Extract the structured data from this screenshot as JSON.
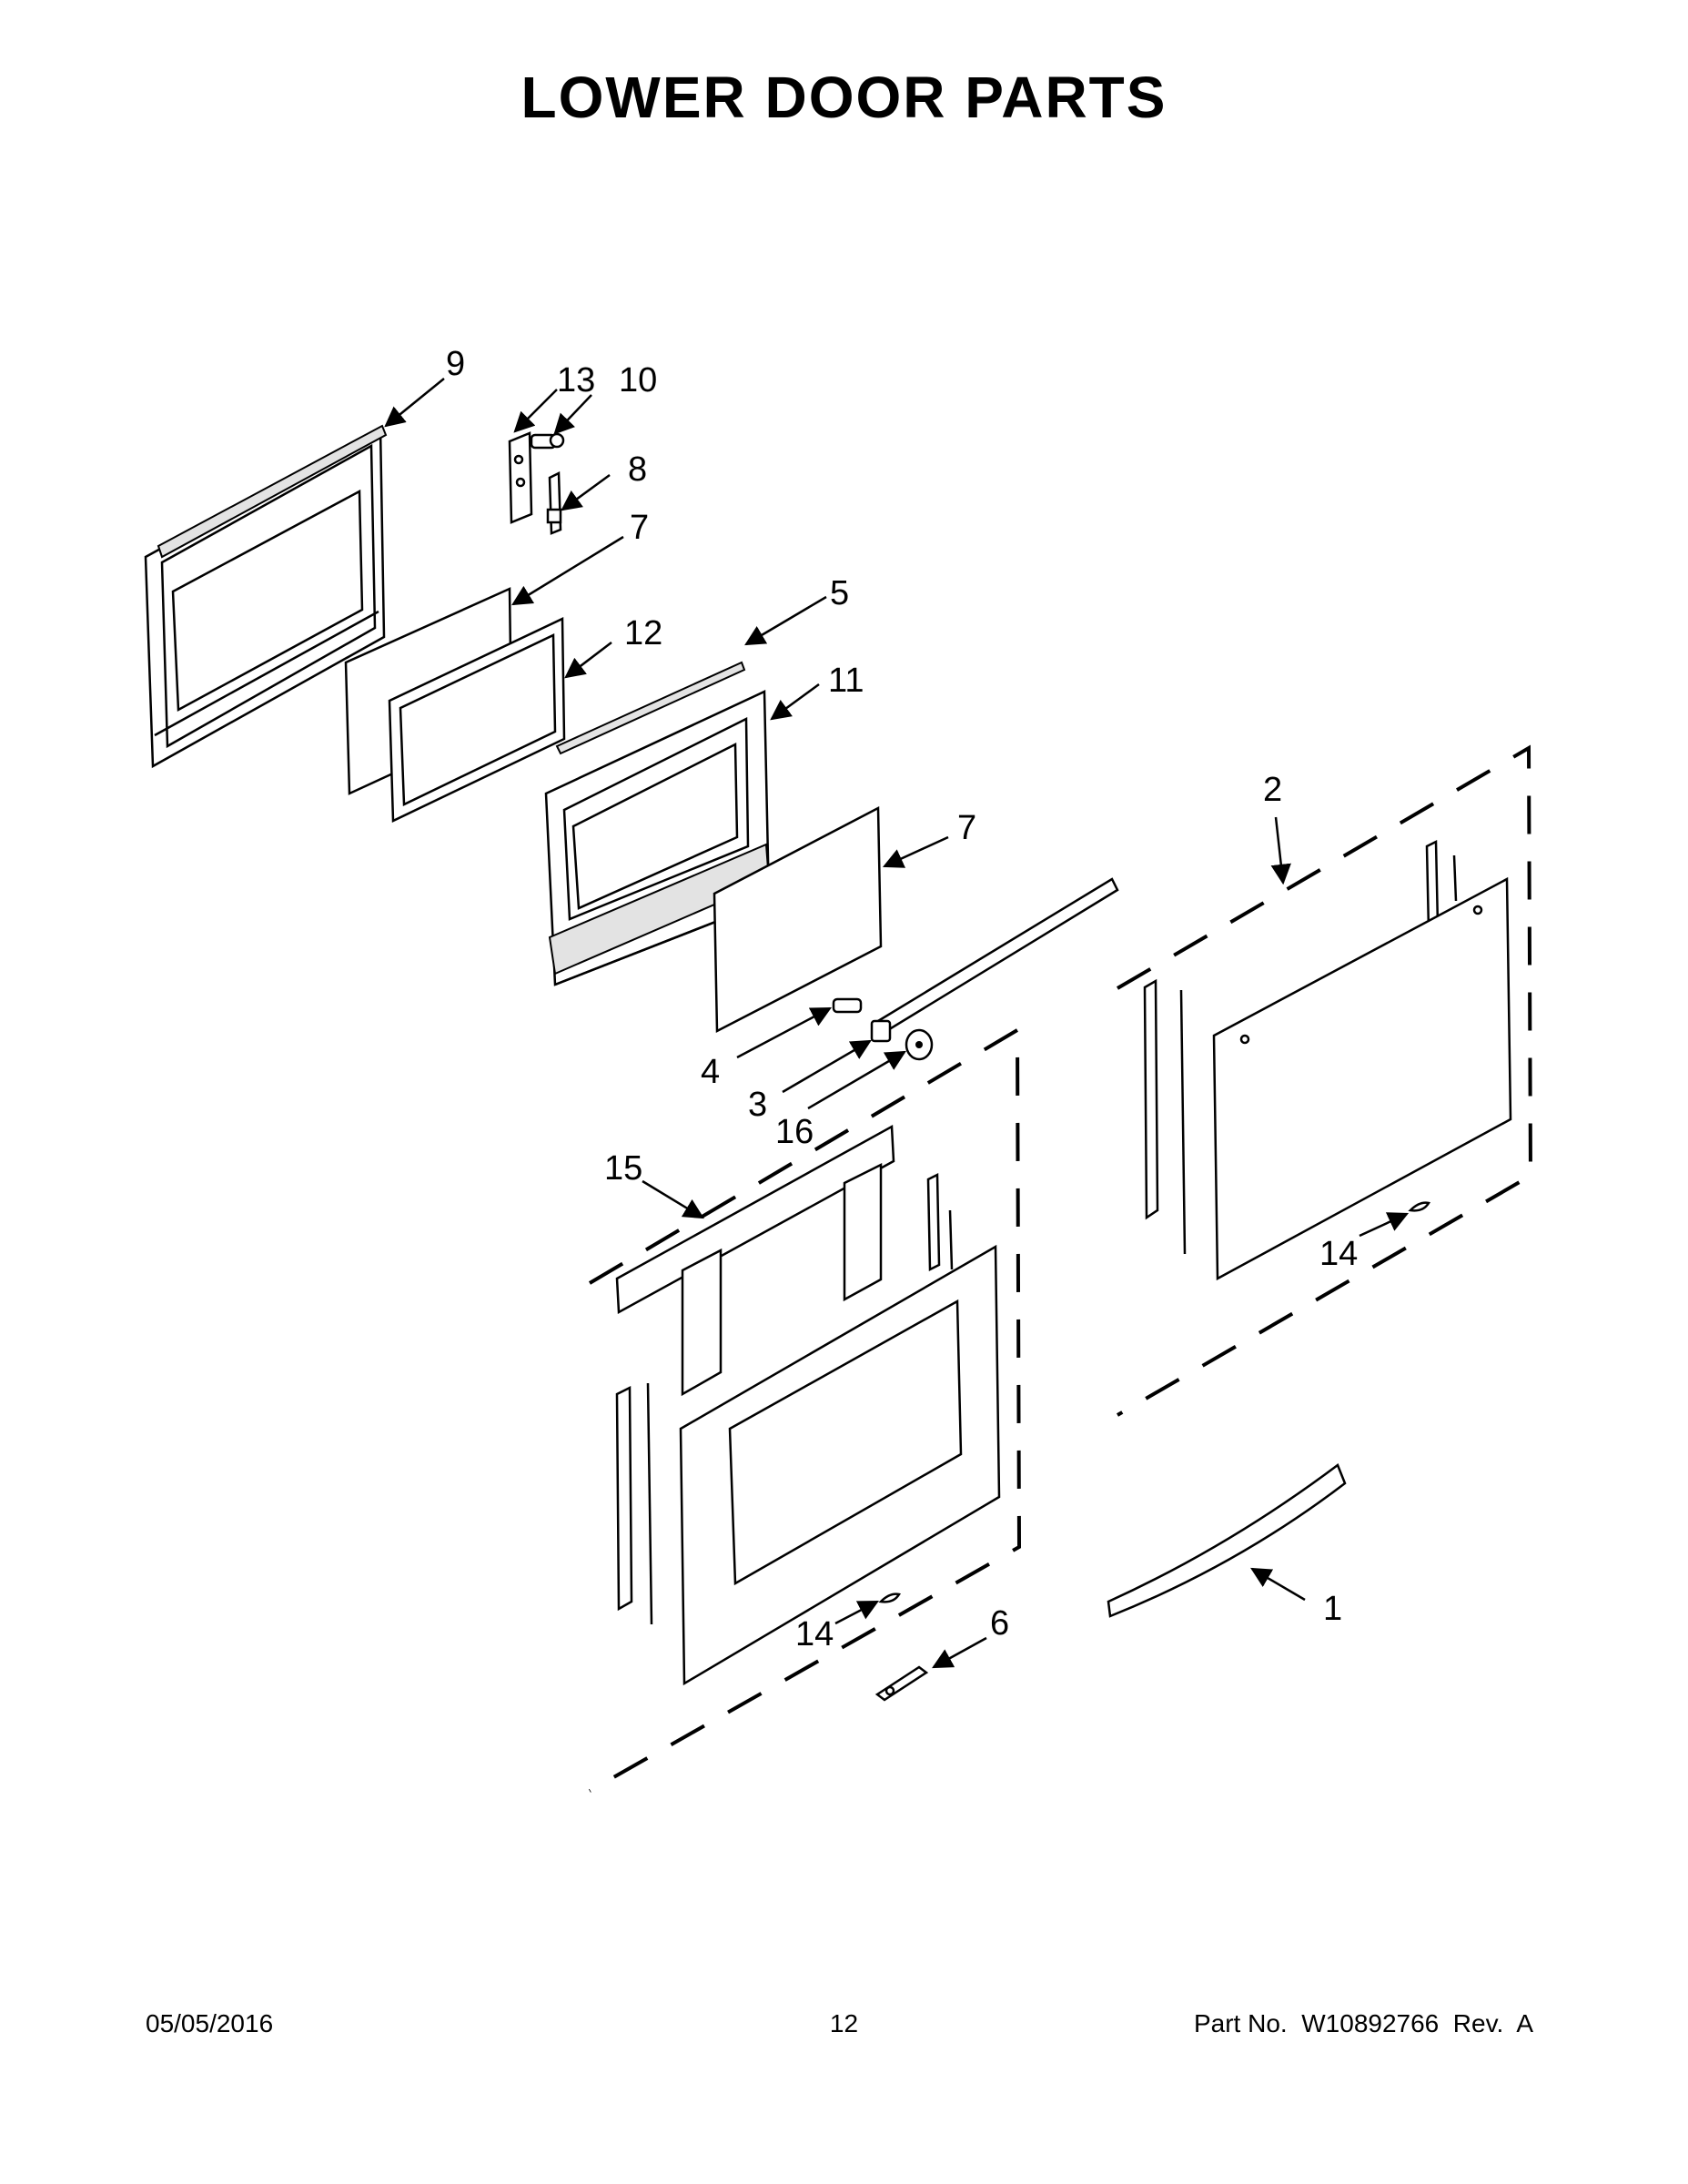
{
  "title": "LOWER DOOR PARTS",
  "footer": {
    "date": "05/05/2016",
    "page": "12",
    "part_no": "Part No.  W10892766  Rev.  A"
  },
  "callouts": [
    {
      "id": "9",
      "text": "9"
    },
    {
      "id": "13",
      "text": "13"
    },
    {
      "id": "10",
      "text": "10"
    },
    {
      "id": "8",
      "text": "8"
    },
    {
      "id": "7a",
      "text": "7"
    },
    {
      "id": "12",
      "text": "12"
    },
    {
      "id": "5",
      "text": "5"
    },
    {
      "id": "11",
      "text": "11"
    },
    {
      "id": "7b",
      "text": "7"
    },
    {
      "id": "2",
      "text": "2"
    },
    {
      "id": "4",
      "text": "4"
    },
    {
      "id": "3",
      "text": "3"
    },
    {
      "id": "16",
      "text": "16"
    },
    {
      "id": "15",
      "text": "15"
    },
    {
      "id": "14a",
      "text": "14"
    },
    {
      "id": "14b",
      "text": "14"
    },
    {
      "id": "6",
      "text": "6"
    },
    {
      "id": "1",
      "text": "1"
    }
  ]
}
